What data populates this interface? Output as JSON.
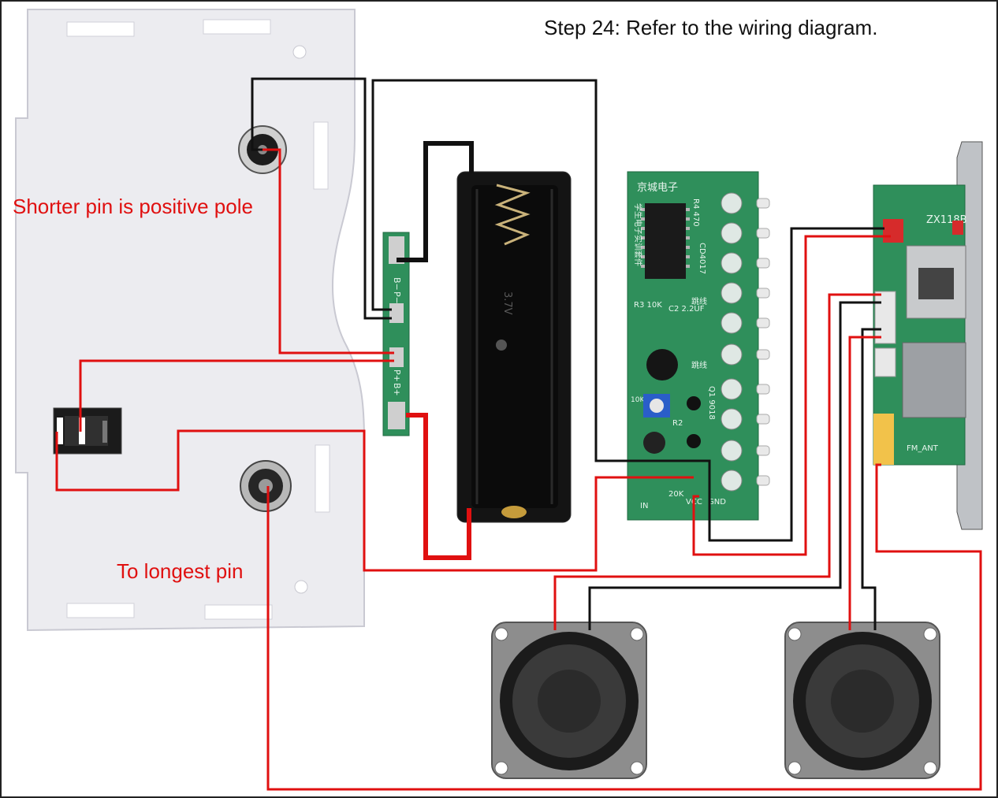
{
  "title": "Step 24: Refer to the wiring diagram.",
  "annotations": {
    "shorter_pin": "Shorter pin is positive pole",
    "longest_pin": "To longest pin"
  },
  "charge_board": {
    "pad_labels": [
      "B−",
      "P−",
      "P+",
      "B+"
    ]
  },
  "battery_holder": {
    "marking": "3.7V"
  },
  "led_board": {
    "brand": "京城电子",
    "kit_label": "学生电子实训套件",
    "chip": "CD4017",
    "components": [
      "R4 470",
      "R3 10K",
      "C2 2.2UF",
      "R2",
      "20K",
      "10K"
    ],
    "jumper_label": "跳线",
    "transistor": "Q1 9018",
    "pins": [
      "VCC",
      "GND",
      "IN"
    ]
  },
  "mp3_board": {
    "model": "ZX118B",
    "antenna_label": "FM_ANT"
  },
  "colors": {
    "wire_positive": "#e01010",
    "wire_negative": "#111111",
    "pcb": "#2f8f5b",
    "case": "#ededf1"
  }
}
